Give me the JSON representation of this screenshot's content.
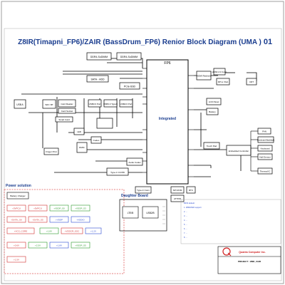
{
  "header": {
    "title": "Z8IR(Timapni_FP6)/ZAIR (BassDrum_FP6) Renior Block Diagram (UMA )",
    "page_number": "01"
  },
  "cpu": {
    "label": "FP6",
    "integrated_label": "Integrated"
  },
  "blocks": {
    "ddr4_a": "DDR4-SoDIMM",
    "ddr4_b": "DDR4-SoDIMM",
    "sata_hdd": "SATA - HDD",
    "pcie_ssd": "PCIe-SSD",
    "wifi_bt": "Wifi / BT",
    "usb_a": "USB A",
    "card_reader": "Card Reader",
    "card_socket": "Card Socket",
    "smart_card": "Smart Card",
    "usb3_port": "USB3.0 Port",
    "usb3_type_c": "USB3.0 TypeC",
    "usb2_port": "USB2.0 Port",
    "led": "LED",
    "codec": "Codec",
    "finger_print": "Finger Print",
    "dmic": "DMIC",
    "audio_codec": "Audio Codec",
    "type_c_cc": "Type-C CC/PD",
    "type_c_conn": "Type-C Conn",
    "hdmi_conn": "HDMI 2.0 Conn",
    "hdmi_redriver": "HDMI Redriver",
    "dp_to_vga": "DP to VGA",
    "crt": "CRT",
    "lcd_panel": "LCD Panel",
    "battery": "Battery",
    "touch_pad": "Touch Pad",
    "embedded_controller": "Embedded Controller",
    "fan": "FAN",
    "keyboard_backlight": "Keyboard Backlight",
    "keyboard": "Keyboard",
    "hall_sensor": "Hall Sensor",
    "thermal_ic": "Thermal IC",
    "spi_rom": "SPI ROM",
    "attpm": "ATTPM",
    "rtc": "RTC",
    "charger": "Charger"
  },
  "power_solution": {
    "title": "Power solution",
    "items": [
      "Battery Charger",
      "+3VPCU",
      "+5VPCU",
      "+VDDP_S0",
      "+VDDP_S3",
      "+5V/3V_S0",
      "+5V/3V_S5",
      "+VDDP",
      "+VDDIO",
      "+VCC_CORE",
      "+1.8V",
      "+VDDCR_SOC",
      "+1.2V",
      "+0.6V",
      "+2.5V",
      "+1.8V",
      "+VDDP_S5",
      "+1.5V"
    ]
  },
  "daughter_board": {
    "title": "Daughter Board",
    "items": [
      "LTE/B",
      "USB2/B"
    ]
  },
  "notes": {
    "lines": [
      "BIOS default:",
      "1. Z8IR/ZAIR support",
      "2. ...",
      "3. ...",
      "4. ...",
      "5. ...",
      "6. ...",
      "7. ...",
      "8. ..."
    ]
  },
  "title_block": {
    "company": "Quanta Computer Inc.",
    "project": "PROJECT : Z8IR_ZAIR"
  },
  "colors": {
    "line": "#000000",
    "title": "#1a3d8f",
    "power_title": "#1a3d8f",
    "power_border": "#e05a5a",
    "rail_red": "#d03030",
    "rail_green": "#2a9a2a",
    "rail_blue": "#2a4ad0",
    "logo_red": "#d02020"
  }
}
